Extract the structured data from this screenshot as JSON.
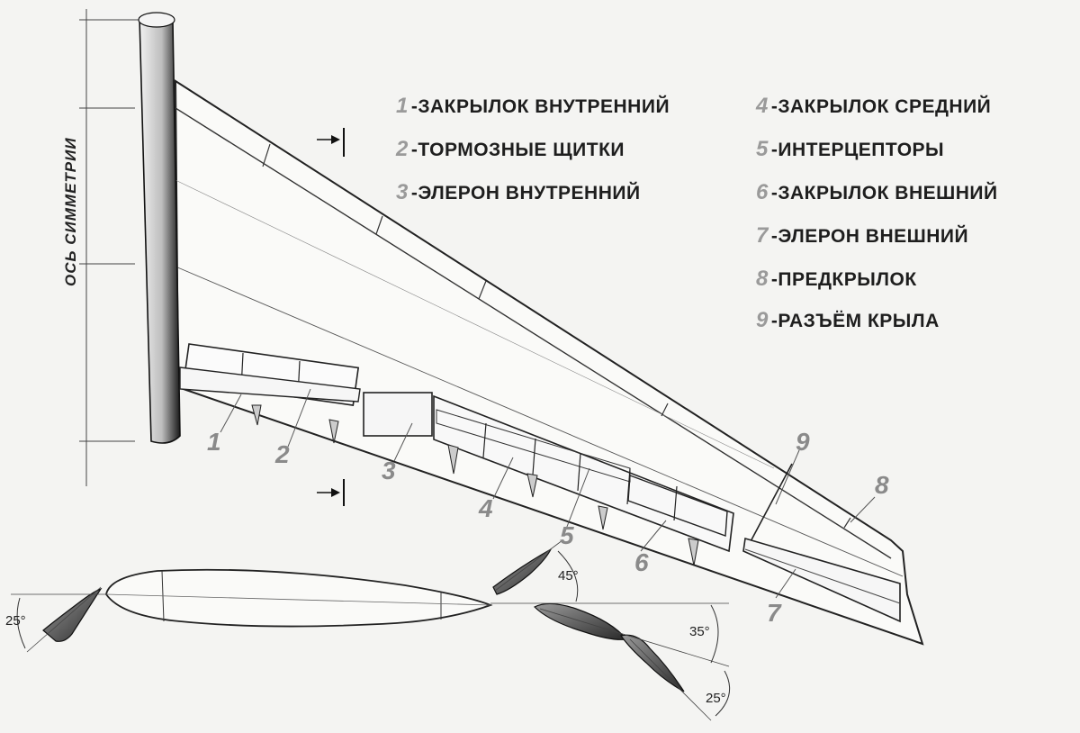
{
  "axis_label": "ОСЬ СИММЕТРИИ",
  "legend": [
    {
      "num": "1",
      "text": "-ЗАКРЫЛОК ВНУТРЕННИЙ"
    },
    {
      "num": "2",
      "text": "-ТОРМОЗНЫЕ ЩИТКИ"
    },
    {
      "num": "3",
      "text": "-ЭЛЕРОН ВНУТРЕННИЙ"
    },
    {
      "num": "4",
      "text": "-ЗАКРЫЛОК СРЕДНИЙ"
    },
    {
      "num": "5",
      "text": "-ИНТЕРЦЕПТОРЫ"
    },
    {
      "num": "6",
      "text": "-ЗАКРЫЛОК ВНЕШНИЙ"
    },
    {
      "num": "7",
      "text": "-ЭЛЕРОН ВНЕШНИЙ"
    },
    {
      "num": "8",
      "text": "-ПРЕДКРЫЛОК"
    },
    {
      "num": "9",
      "text": "-РАЗЪЁМ КРЫЛА"
    }
  ],
  "callouts": [
    "1",
    "2",
    "3",
    "4",
    "5",
    "6",
    "7",
    "8",
    "9"
  ],
  "section_callout": "5",
  "angles": {
    "slat": "25°",
    "spoiler": "45°",
    "flap_main": "35°",
    "flap_tab": "25°"
  }
}
